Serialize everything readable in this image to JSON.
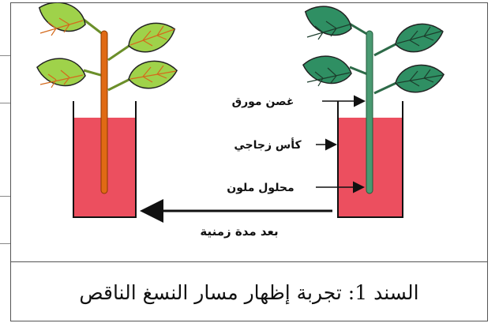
{
  "figure": {
    "labels": {
      "leafy_branch": "غصن مورق",
      "glass_cup": "كأس زجاجي",
      "colored_solution": "محلول ملون",
      "after_time": "بعد مدة زمنية"
    },
    "colors": {
      "solution": "#ec4f5f",
      "stem_before": "#4a9a72",
      "stem_after": "#e06a14",
      "leaf_before": "#2f8f63",
      "leaf_after": "#9fd24a",
      "vein_before": "#1c3d2c",
      "vein_after": "#d46a1c"
    }
  },
  "caption": "السند 1: تجربة إظهار مسار النسغ الناقص"
}
